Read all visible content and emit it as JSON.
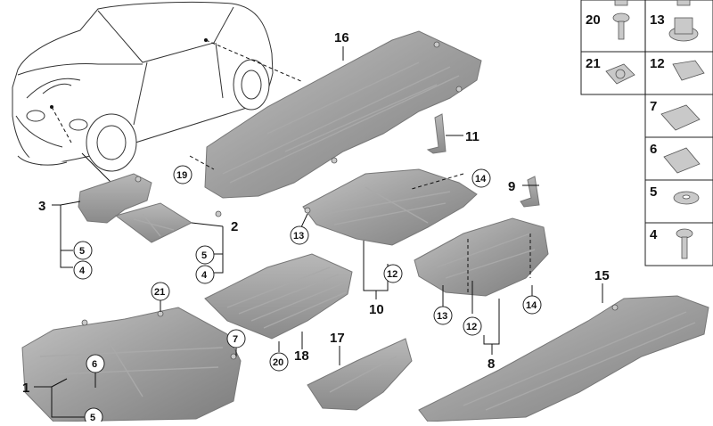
{
  "callouts": [
    {
      "id": "c16",
      "label": "16"
    },
    {
      "id": "c11",
      "label": "11"
    },
    {
      "id": "c19",
      "label": "19"
    },
    {
      "id": "c14a",
      "label": "14"
    },
    {
      "id": "c9",
      "label": "9"
    },
    {
      "id": "c3",
      "label": "3"
    },
    {
      "id": "c5a",
      "label": "5"
    },
    {
      "id": "c4a",
      "label": "4"
    },
    {
      "id": "c2",
      "label": "2"
    },
    {
      "id": "c5b",
      "label": "5"
    },
    {
      "id": "c4b",
      "label": "4"
    },
    {
      "id": "c13a",
      "label": "13"
    },
    {
      "id": "c12a",
      "label": "12"
    },
    {
      "id": "c10",
      "label": "10"
    },
    {
      "id": "c15",
      "label": "15"
    },
    {
      "id": "c13b",
      "label": "13"
    },
    {
      "id": "c12b",
      "label": "12"
    },
    {
      "id": "c14b",
      "label": "14"
    },
    {
      "id": "c8",
      "label": "8"
    },
    {
      "id": "c21a",
      "label": "21"
    },
    {
      "id": "c7a",
      "label": "7"
    },
    {
      "id": "c6a",
      "label": "6"
    },
    {
      "id": "c1",
      "label": "1"
    },
    {
      "id": "c5c",
      "label": "5"
    },
    {
      "id": "c20a",
      "label": "20"
    },
    {
      "id": "c18",
      "label": "18"
    },
    {
      "id": "c17",
      "label": "17"
    }
  ],
  "parts_legend": [
    {
      "label": "20"
    },
    {
      "label": "13"
    },
    {
      "label": "21"
    },
    {
      "label": "12"
    },
    {
      "label": "7"
    },
    {
      "label": "6"
    },
    {
      "label": "5"
    },
    {
      "label": "4"
    }
  ]
}
